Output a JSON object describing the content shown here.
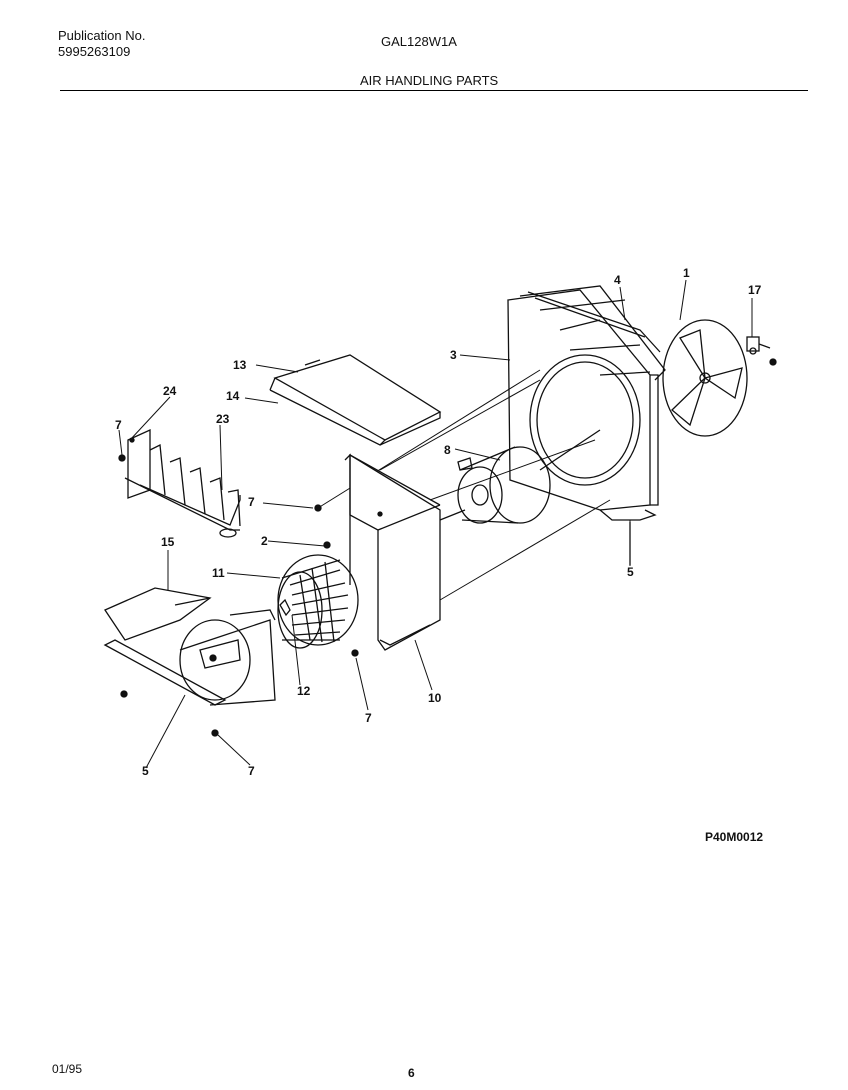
{
  "header": {
    "publication_label": "Publication No.",
    "publication_number": "5995263109",
    "model": "GAL128W1A",
    "section_title": "AIR HANDLING PARTS"
  },
  "drawing_code": "P40M0012",
  "footer": {
    "date": "01/95",
    "page": "6"
  },
  "callouts": [
    "1",
    "17",
    "4",
    "3",
    "13",
    "14",
    "24",
    "23",
    "7",
    "8",
    "2",
    "15",
    "11",
    "12",
    "10",
    "5",
    "5",
    "7",
    "7",
    "7"
  ]
}
